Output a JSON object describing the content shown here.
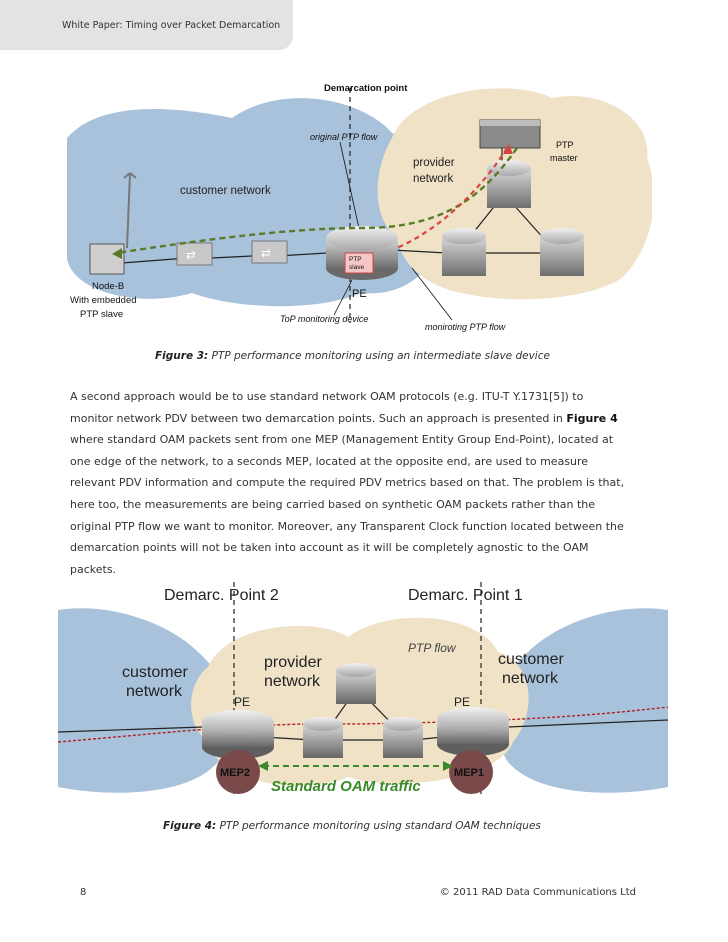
{
  "header": {
    "title": "White Paper: Timing over Packet Demarcation"
  },
  "figure3": {
    "demarcation_label": "Demarcation point",
    "original_flow_label": "original PTP flow",
    "customer_network": "customer network",
    "provider_network": [
      "provider",
      "network"
    ],
    "ptp_master": [
      "PTP",
      "master"
    ],
    "ptp_slave_box": [
      "PTP",
      "slave"
    ],
    "pe_label": "PE",
    "nodeb_label": [
      "Node-B",
      "With embedded",
      "PTP slave"
    ],
    "top_device_label": "ToP monitoring device",
    "monitoring_flow_label": "moniroting PTP flow",
    "caption_num": "Figure 3:",
    "caption_text": "PTP performance monitoring using an intermediate slave device"
  },
  "paragraph": {
    "lines": [
      "A second approach would be to use standard network OAM protocols (e.g. ITU-T Y.1731[5]) to",
      "where standard OAM packets sent from one MEP (Management Entity Group End-Point), located at",
      "one edge of the network, to a seconds MEP, located at the opposite end, are used to measure",
      "relevant PDV information and compute the required PDV metrics based on that. The problem is that,",
      "here too, the measurements are being carried based on synthetic OAM packets rather than the",
      "original PTP flow we want to monitor. Moreover, any Transparent Clock function located between the",
      "demarcation points will not be taken into account as it will be completely agnostic to the OAM",
      "packets."
    ],
    "line2_text": "monitor network PDV between two demarcation points. Such an approach is presented in",
    "line2_ref": "Figure 4"
  },
  "figure4": {
    "demarc2": "Demarc. Point 2",
    "demarc1": "Demarc. Point 1",
    "ptp_flow": "PTP flow",
    "customer_left": [
      "customer",
      "network"
    ],
    "customer_right": [
      "customer",
      "network"
    ],
    "provider": [
      "provider",
      "network"
    ],
    "pe_left": "PE",
    "pe_right": "PE",
    "mep2": "MEP2",
    "mep1": "MEP1",
    "oam": "Standard OAM traffic",
    "caption_num": "Figure 4:",
    "caption_text": "PTP performance monitoring using standard OAM techniques"
  },
  "footer": {
    "page": "8",
    "copyright": "© 2011 RAD Data Communications Ltd"
  },
  "colors": {
    "blue_cloud": "#a9c2dc",
    "tan_cloud": "#efe2c7",
    "green_dash": "#5a7a2a",
    "red_dash": "#d9443f",
    "oam_green": "#3a8a2a",
    "mep": "#7a4a4a"
  }
}
